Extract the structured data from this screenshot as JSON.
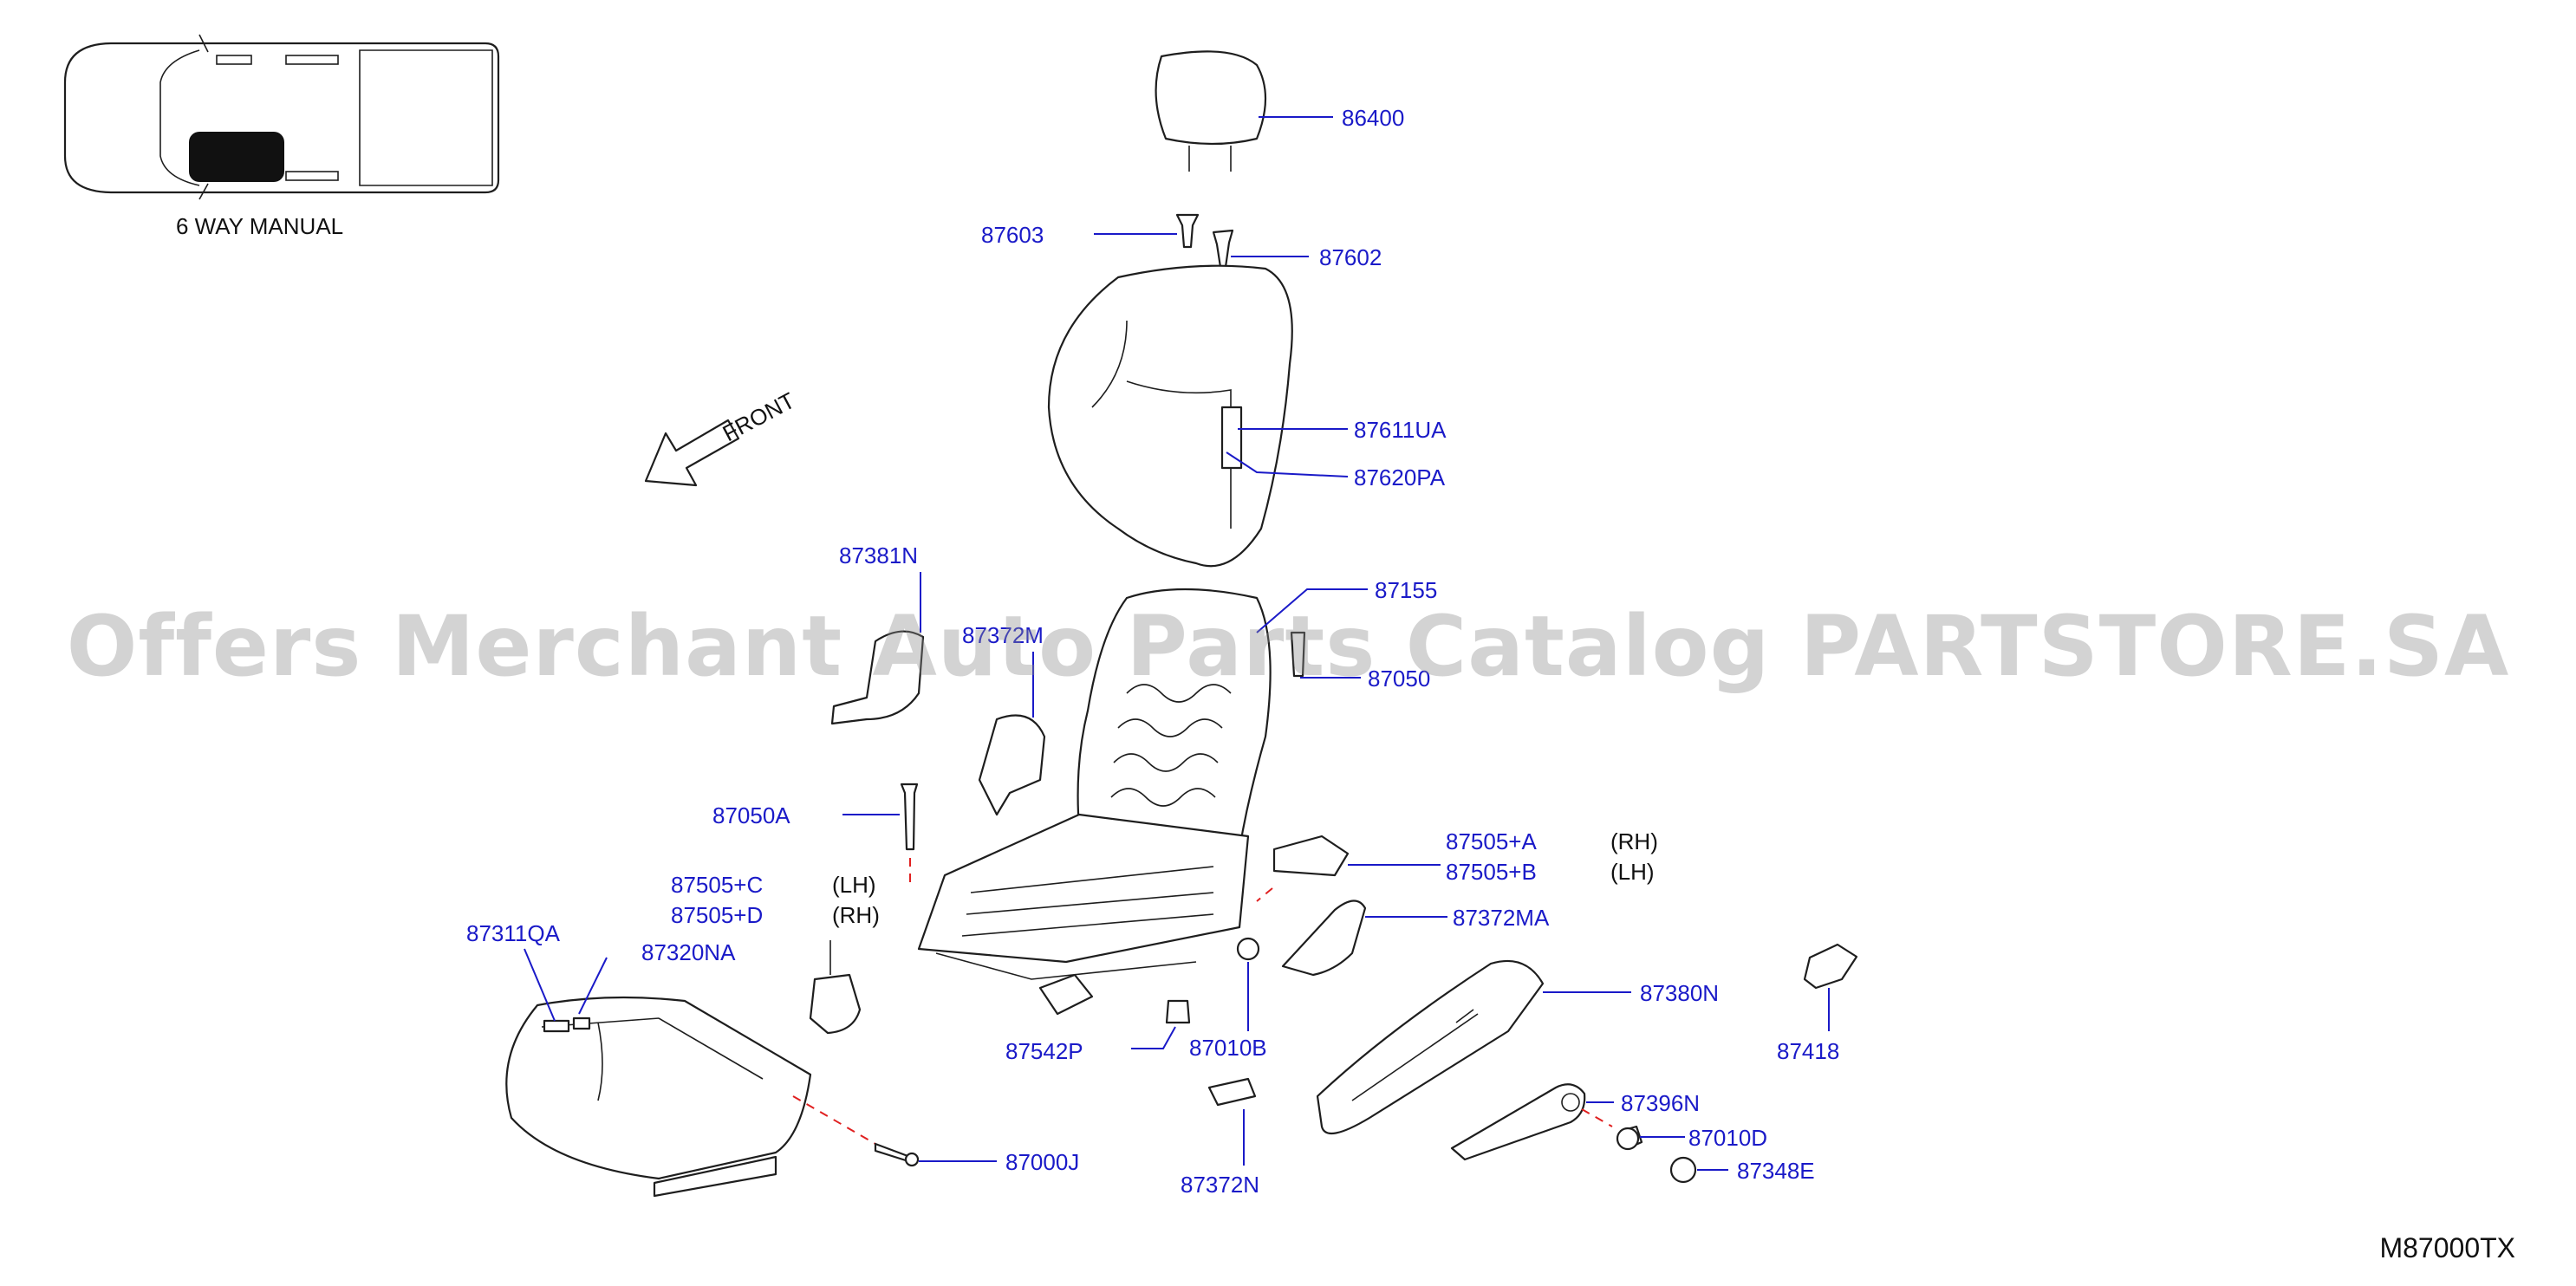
{
  "vehicle_icon": {
    "caption": "6 WAY MANUAL"
  },
  "direction_label": "FRONT",
  "watermark": "Offers Merchant Auto Parts Catalog PARTSTORE.SA",
  "diagram_code": "M87000TX",
  "labels": {
    "p86400": "86400",
    "p87603": "87603",
    "p87602": "87602",
    "p87611UA": "87611UA",
    "p87620PA": "87620PA",
    "p87381N": "87381N",
    "p87372M": "87372M",
    "p87155": "87155",
    "p87050": "87050",
    "p87050A": "87050A",
    "p87505A": "87505+A",
    "p87505B": "87505+B",
    "p87505C": "87505+C",
    "p87505D": "87505+D",
    "p87372MA": "87372MA",
    "p87311QA": "87311QA",
    "p87320NA": "87320NA",
    "p87380N": "87380N",
    "p87418": "87418",
    "p87542P": "87542P",
    "p87010B": "87010B",
    "p87396N": "87396N",
    "p87010D": "87010D",
    "p87000J": "87000J",
    "p87348E": "87348E",
    "p87372N": "87372N"
  },
  "notes": {
    "rh_a": "(RH)",
    "lh_b": "(LH)",
    "lh_c": "(LH)",
    "rh_d": "(RH)"
  }
}
